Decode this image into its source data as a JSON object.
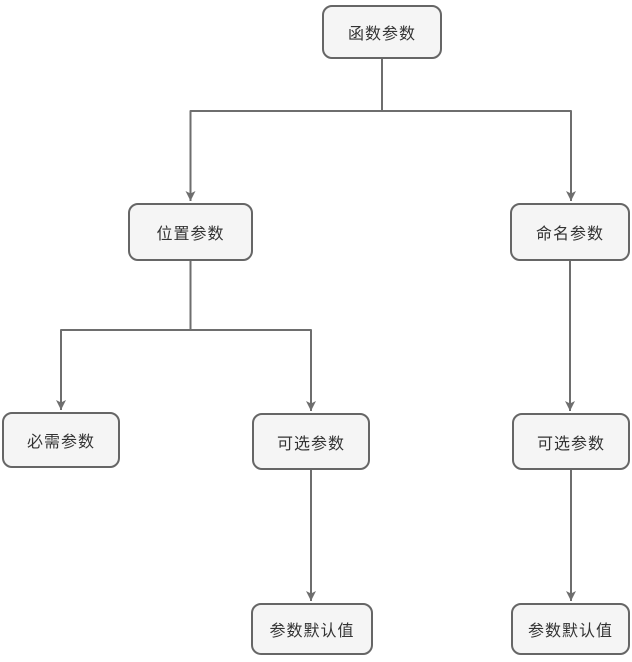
{
  "diagram": {
    "type": "tree-flowchart",
    "nodes": [
      {
        "id": "function-params",
        "label": "函数参数"
      },
      {
        "id": "positional-params",
        "label": "位置参数"
      },
      {
        "id": "named-params",
        "label": "命名参数"
      },
      {
        "id": "required-params",
        "label": "必需参数"
      },
      {
        "id": "optional-params-positional",
        "label": "可选参数"
      },
      {
        "id": "optional-params-named",
        "label": "可选参数"
      },
      {
        "id": "param-default-positional",
        "label": "参数默认值"
      },
      {
        "id": "param-default-named",
        "label": "参数默认值"
      }
    ],
    "edges": [
      {
        "from": "function-params",
        "to": "positional-params"
      },
      {
        "from": "function-params",
        "to": "named-params"
      },
      {
        "from": "positional-params",
        "to": "required-params"
      },
      {
        "from": "positional-params",
        "to": "optional-params-positional"
      },
      {
        "from": "named-params",
        "to": "optional-params-named"
      },
      {
        "from": "optional-params-positional",
        "to": "param-default-positional"
      },
      {
        "from": "optional-params-named",
        "to": "param-default-named"
      }
    ],
    "colors": {
      "node_fill": "#f5f5f5",
      "node_border": "#666666",
      "connector": "#6e6e6e",
      "text": "#333333",
      "background": "#ffffff"
    }
  }
}
